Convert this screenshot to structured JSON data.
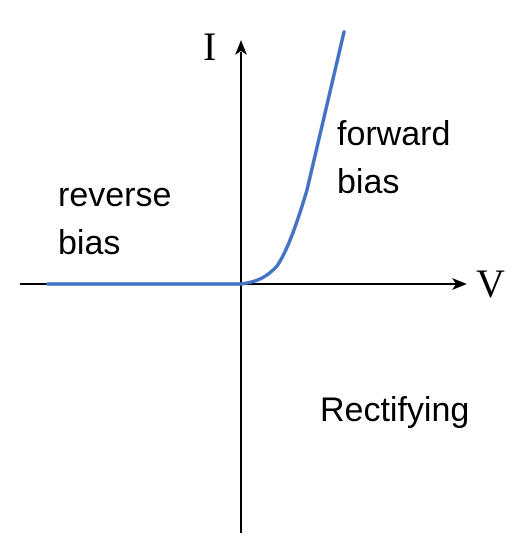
{
  "axes": {
    "y_label": "I",
    "x_label": "V"
  },
  "labels": {
    "reverse_line1": "reverse",
    "reverse_line2": "bias",
    "forward_line1": "forward",
    "forward_line2": "bias",
    "rectifying": "Rectifying"
  },
  "colors": {
    "curve": "#4472c4",
    "axes": "#000000",
    "background": "#ffffff"
  }
}
